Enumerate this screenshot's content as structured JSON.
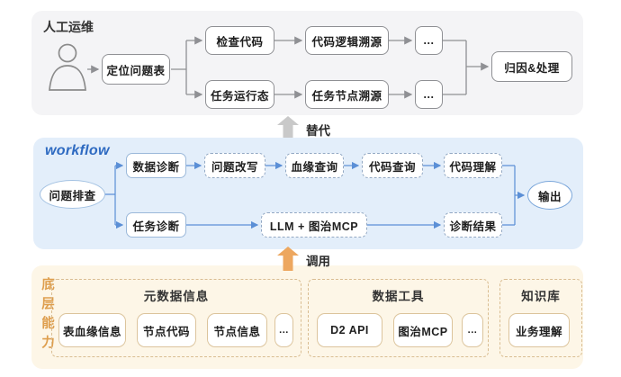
{
  "colors": {
    "manual_panel_bg": "#f4f4f6",
    "workflow_panel_bg": "#e3eefa",
    "foundation_panel_bg": "#fdf6e7",
    "workflow_title_blue": "#2e6ac1",
    "flow_line_blue": "#5b8fd6",
    "flow_line_gray": "#8f9094",
    "replace_arrow_gray": "#c9c9c9",
    "invoke_arrow_orange": "#eda75f",
    "foundation_label_orange": "#de9e4d"
  },
  "icons": {
    "person": "person-icon"
  },
  "manual": {
    "title": "人工运维",
    "nodes": {
      "locate": "定位问题表",
      "check_code": "检查代码",
      "task_runtime": "任务运行态",
      "code_trace": "代码逻辑溯源",
      "task_trace": "任务节点溯源",
      "dots": "...",
      "attribution": "归因&处理"
    }
  },
  "workflow": {
    "title": "workflow",
    "nodes": {
      "triage": "问题排查",
      "data_diag": "数据诊断",
      "task_diag": "任务诊断",
      "rewrite": "问题改写",
      "lineage_query": "血缘查询",
      "code_query": "代码查询",
      "code_understand": "代码理解",
      "llm_mcp": "LLM + 图治MCP",
      "diag_result": "诊断结果",
      "output": "输出"
    }
  },
  "foundation": {
    "title": "底层能力",
    "groups": [
      {
        "title": "元数据信息",
        "items": [
          "表血缘信息",
          "节点代码",
          "节点信息",
          "..."
        ]
      },
      {
        "title": "数据工具",
        "items": [
          "D2 API",
          "图治MCP",
          "..."
        ]
      },
      {
        "title": "知识库",
        "items": [
          "业务理解"
        ]
      }
    ]
  },
  "between": {
    "replace_label": "替代",
    "invoke_label": "调用"
  }
}
